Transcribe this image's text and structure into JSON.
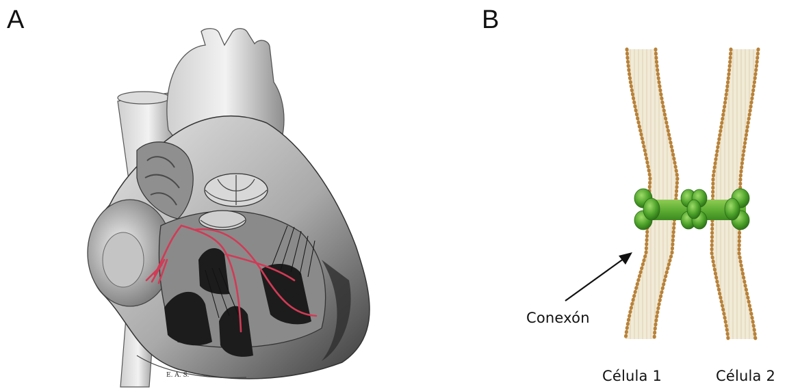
{
  "panels": {
    "a": {
      "letter": "A",
      "signature": "E. A. S."
    },
    "b": {
      "letter": "B",
      "labels": {
        "connexon": "Conexón",
        "cell_1": "Célula 1",
        "cell_2": "Célula 2"
      },
      "colors": {
        "membrane_fill": "#efe6cf",
        "lipid_head": "#b8823a",
        "connexon_green": "#4aa028",
        "pore_green": "#6cb83a"
      }
    }
  }
}
